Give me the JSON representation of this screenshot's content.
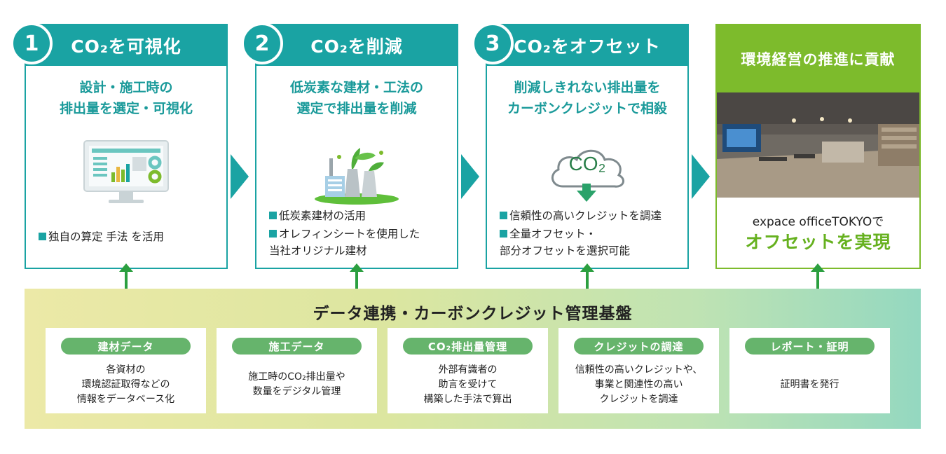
{
  "steps": [
    {
      "num": "1",
      "title": "CO₂を可視化",
      "subtitle": "設計・施工時の\n排出量を選定・可視化",
      "bullets": [
        "独自の算定 手法 を活用"
      ]
    },
    {
      "num": "2",
      "title": "CO₂を削減",
      "subtitle": "低炭素な建材・工法の\n選定で排出量を削減",
      "bullets": [
        "低炭素建材の活用",
        "オレフィンシートを使用した\n当社オリジナル建材"
      ]
    },
    {
      "num": "3",
      "title": "CO₂をオフセット",
      "subtitle": "削減しきれない排出量を\nカーボンクレジットで相殺",
      "bullets": [
        "信頼性の高いクレジットを調達",
        "全量オフセット・\n部分オフセットを選択可能"
      ]
    }
  ],
  "step4": {
    "title": "環境経営の推進に貢献",
    "line1": "expace officeTOKYOで",
    "line2": "オフセットを実現"
  },
  "cloud_label": "CO₂",
  "platform": {
    "title": "データ連携・カーボンクレジット管理基盤",
    "cards": [
      {
        "label": "建材データ",
        "text": "各資材の\n環境認証取得などの\n情報をデータベース化"
      },
      {
        "label": "施工データ",
        "text": "施工時のCO₂排出量や\n数量をデジタル管理"
      },
      {
        "label": "CO₂排出量管理",
        "text": "外部有識者の\n助言を受けて\n構築した手法で算出"
      },
      {
        "label": "クレジットの調達",
        "text": "信頼性の高いクレジットや、\n事業と関連性の高い\nクレジットを調達"
      },
      {
        "label": "レポート・証明",
        "text": "証明書を発行"
      }
    ]
  },
  "colors": {
    "teal": "#1aa3a3",
    "green": "#7dbb2c",
    "pill_green": "#66b46c",
    "arrow_green": "#2b9f3f"
  }
}
